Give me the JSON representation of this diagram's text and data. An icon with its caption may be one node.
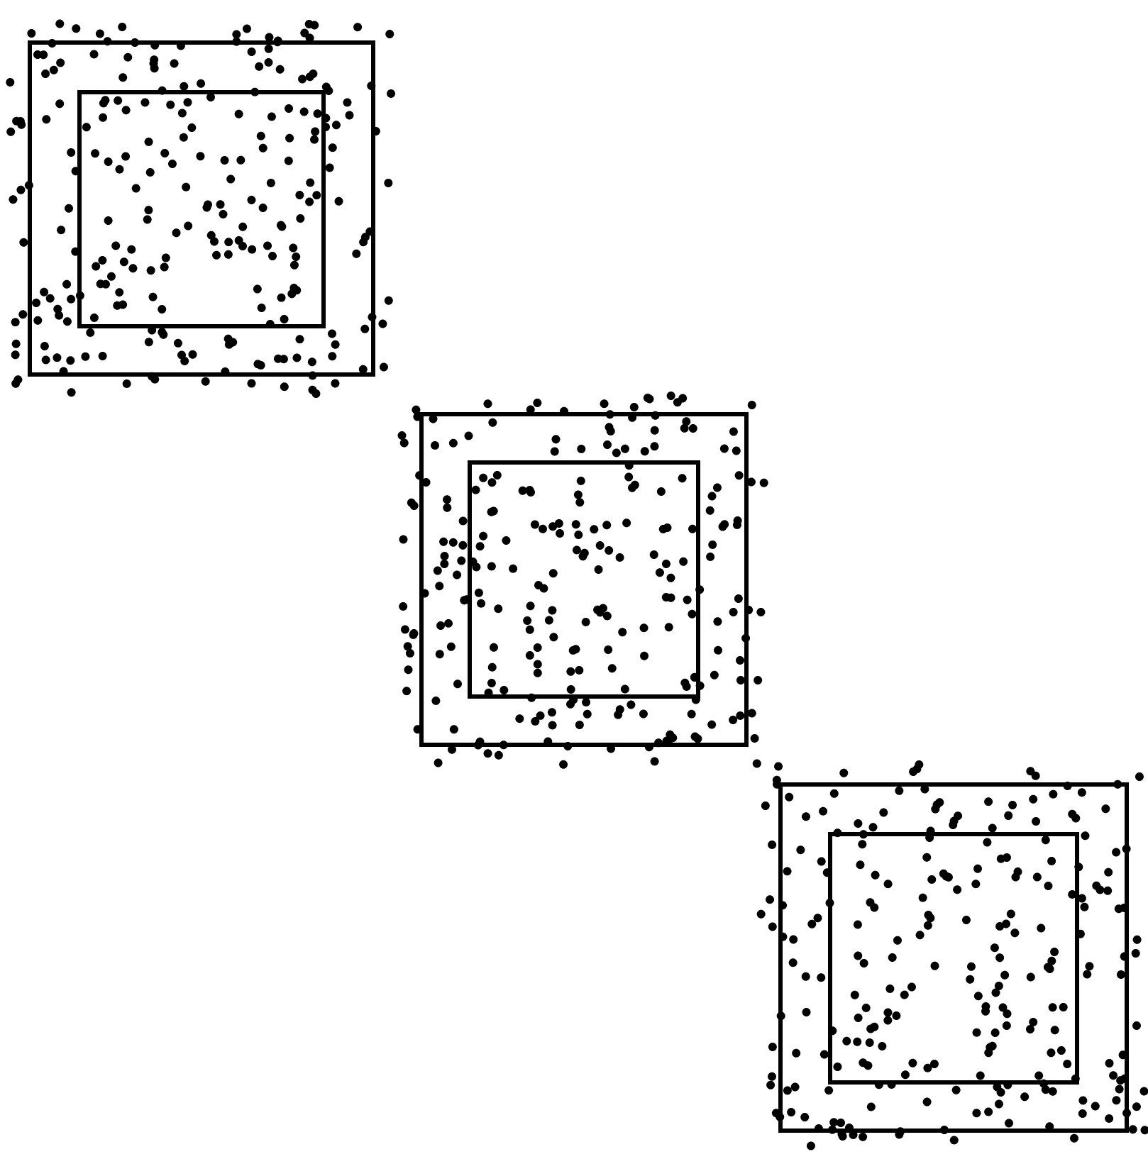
{
  "diagram": {
    "nodes": [
      {
        "text": [],
        "shape": "box"
      },
      {
        "text": [],
        "shape": "box",
        "in": 0
      },
      {
        "text": [],
        "shape": "box"
      },
      {
        "text": [],
        "shape": "box",
        "in": 2
      },
      {
        "text": [],
        "shape": "box"
      },
      {
        "text": [],
        "shape": "box",
        "in": 4
      }
    ]
  }
}
